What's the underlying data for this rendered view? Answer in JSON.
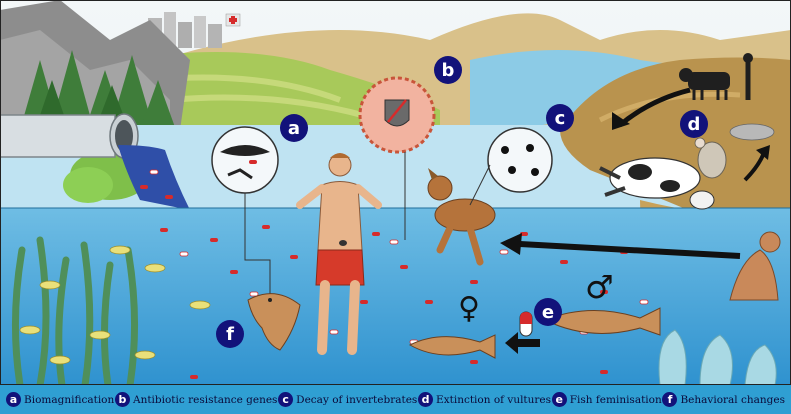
{
  "badges": {
    "a": "a",
    "b": "b",
    "c": "c",
    "d": "d",
    "e": "e",
    "f": "f"
  },
  "symbols": {
    "female": "♀",
    "male": "♂"
  },
  "legend": [
    {
      "letter": "a",
      "text": "Biomagnification"
    },
    {
      "letter": "b",
      "text": "Antibiotic resistance genes"
    },
    {
      "letter": "c",
      "text": "Decay of invertebrates"
    },
    {
      "letter": "d",
      "text": "Extinction of vultures"
    },
    {
      "letter": "e",
      "text": "Fish feminisation"
    },
    {
      "letter": "f",
      "text": "Behavioral changes"
    }
  ],
  "colors": {
    "badge": "#12127a",
    "water_deep": "#3a9fd6",
    "water_surface": "#bfe3f2",
    "legend_bar": "#2f9fd3",
    "grass": "#8dbb4a",
    "sand": "#c8a25a",
    "pill_red": "#d62b2b"
  }
}
